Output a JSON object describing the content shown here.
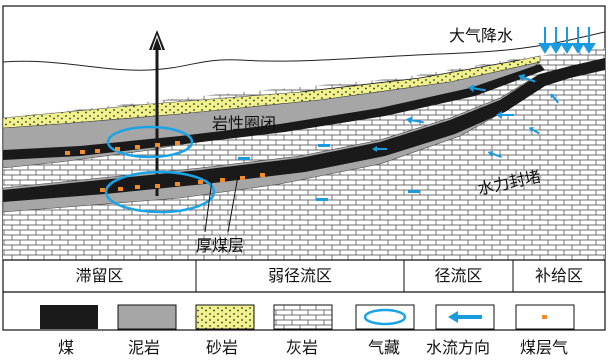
{
  "diagram": {
    "labels": {
      "rainfall": "大气降水",
      "lithologic_seal": "岩性圈闭",
      "hydraulic_plugging": "水力封堵",
      "thick_coal": "厚煤层"
    },
    "zones": [
      "滞留区",
      "弱径流区",
      "径流区",
      "补给区"
    ],
    "legend": [
      {
        "key": "coal",
        "label": "煤"
      },
      {
        "key": "mudstone",
        "label": "泥岩"
      },
      {
        "key": "sandstone",
        "label": "砂岩"
      },
      {
        "key": "limestone",
        "label": "灰岩"
      },
      {
        "key": "gas",
        "label": "气藏"
      },
      {
        "key": "flow",
        "label": "水流方向"
      },
      {
        "key": "coalgas",
        "label": "煤层气"
      }
    ],
    "colors": {
      "coal": "#1a1a1a",
      "mudstone": "#a6a6a6",
      "sandstone": "#f2f28c",
      "limestone_line": "#333333",
      "gas_outline": "#1aa3e6",
      "flow_arrow": "#1a9be0",
      "coalgas_dot": "#f28c28"
    }
  }
}
